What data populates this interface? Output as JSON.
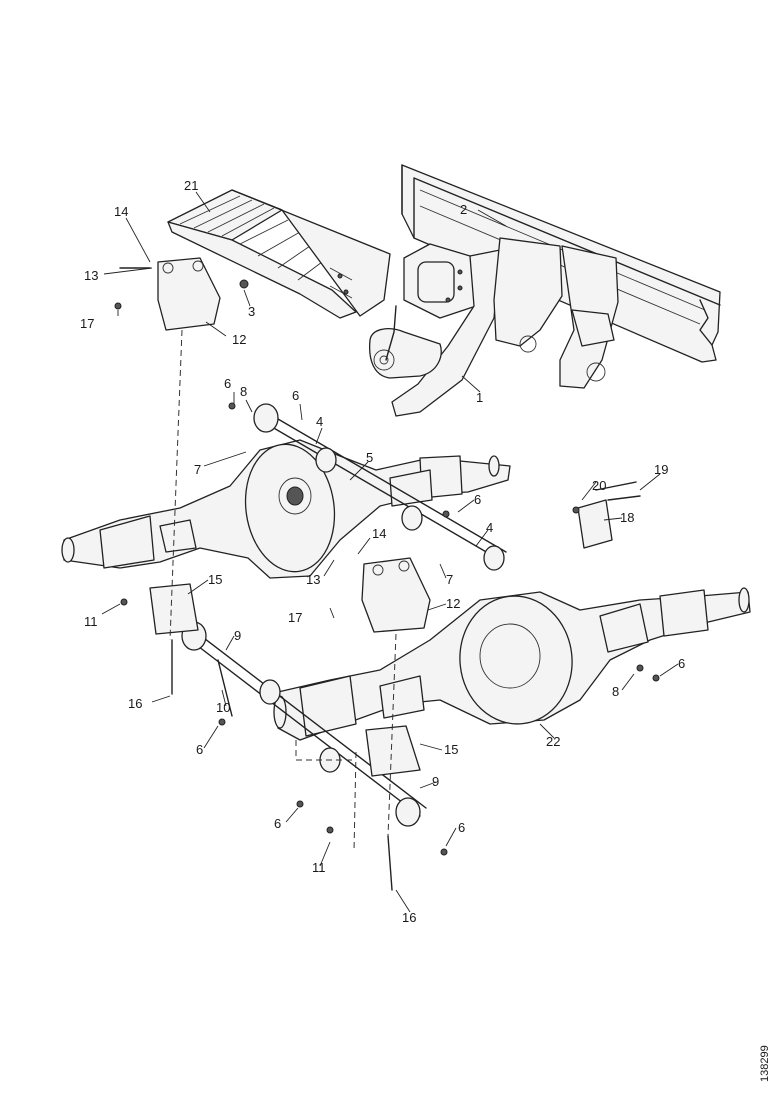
{
  "diagram": {
    "callouts": [
      {
        "id": "c21",
        "text": "21"
      },
      {
        "id": "c14a",
        "text": "14"
      },
      {
        "id": "c13a",
        "text": "13"
      },
      {
        "id": "c17a",
        "text": "17"
      },
      {
        "id": "c3",
        "text": "3"
      },
      {
        "id": "c12a",
        "text": "12"
      },
      {
        "id": "c2",
        "text": "2"
      },
      {
        "id": "c1",
        "text": "1"
      },
      {
        "id": "c6a",
        "text": "6"
      },
      {
        "id": "c8a",
        "text": "8"
      },
      {
        "id": "c6b",
        "text": "6"
      },
      {
        "id": "c4a",
        "text": "4"
      },
      {
        "id": "c7a",
        "text": "7"
      },
      {
        "id": "c5",
        "text": "5"
      },
      {
        "id": "c6c",
        "text": "6"
      },
      {
        "id": "c4b",
        "text": "4"
      },
      {
        "id": "c20",
        "text": "20"
      },
      {
        "id": "c19",
        "text": "19"
      },
      {
        "id": "c18",
        "text": "18"
      },
      {
        "id": "c14b",
        "text": "14"
      },
      {
        "id": "c7b",
        "text": "7"
      },
      {
        "id": "c13b",
        "text": "13"
      },
      {
        "id": "c15a",
        "text": "15"
      },
      {
        "id": "c11a",
        "text": "11"
      },
      {
        "id": "c17b",
        "text": "17"
      },
      {
        "id": "c12b",
        "text": "12"
      },
      {
        "id": "c9a",
        "text": "9"
      },
      {
        "id": "c16a",
        "text": "16"
      },
      {
        "id": "c10",
        "text": "10"
      },
      {
        "id": "c6d",
        "text": "6"
      },
      {
        "id": "c8b",
        "text": "8"
      },
      {
        "id": "c6e",
        "text": "6"
      },
      {
        "id": "c22",
        "text": "22"
      },
      {
        "id": "c15b",
        "text": "15"
      },
      {
        "id": "c9b",
        "text": "9"
      },
      {
        "id": "c6f",
        "text": "6"
      },
      {
        "id": "c6g",
        "text": "6"
      },
      {
        "id": "c11b",
        "text": "11"
      },
      {
        "id": "c16b",
        "text": "16"
      }
    ],
    "reference": "138299"
  }
}
